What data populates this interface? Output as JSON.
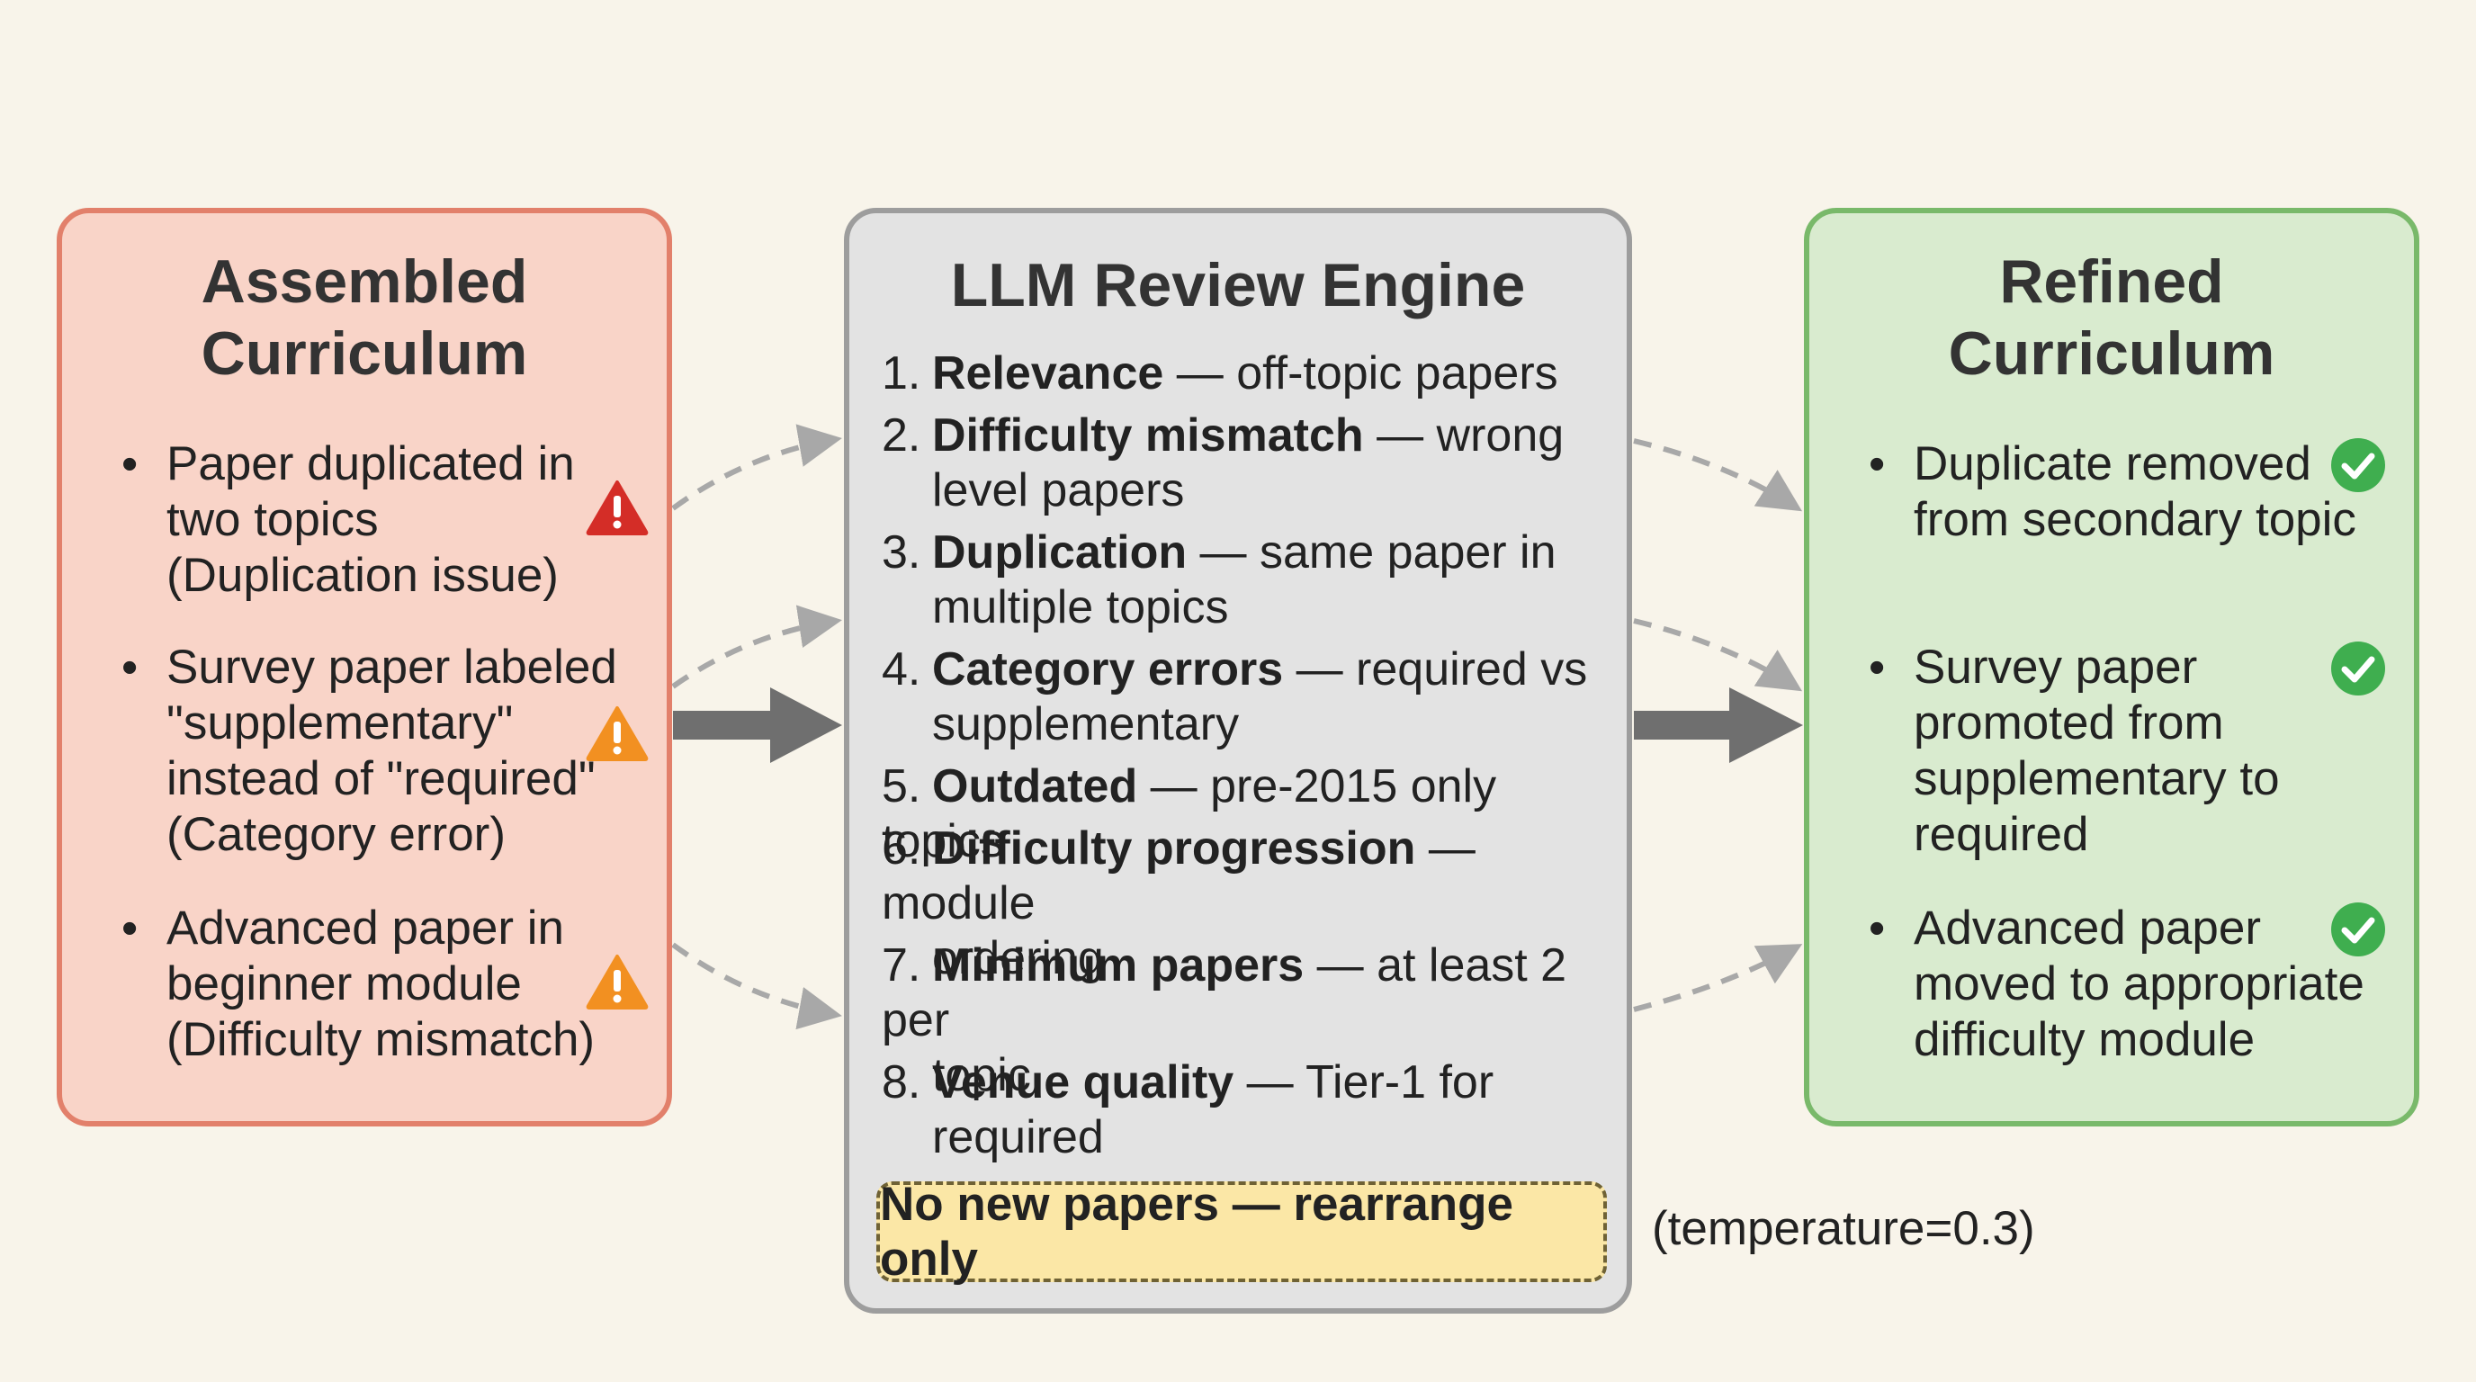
{
  "left_panel": {
    "title_line1": "Assembled",
    "title_line2": "Curriculum",
    "items": [
      {
        "lines": [
          "Paper duplicated in",
          "two topics",
          "(Duplication issue)"
        ],
        "icon": "warning-red-icon",
        "icon_color": "#d42d27"
      },
      {
        "lines": [
          "Survey paper labeled",
          "\"supplementary\"",
          "instead of \"required\"",
          "(Category error)"
        ],
        "icon": "warning-orange-icon",
        "icon_color": "#f29021"
      },
      {
        "lines": [
          "Advanced paper in",
          "beginner module",
          "(Difficulty mismatch)"
        ],
        "icon": "warning-orange-icon",
        "icon_color": "#f29021"
      }
    ]
  },
  "middle_panel": {
    "title": "LLM Review Engine",
    "items": [
      {
        "num": "1.",
        "bold": "Relevance",
        "rest": " — off-topic papers",
        "cont": ""
      },
      {
        "num": "2.",
        "bold": "Difficulty mismatch",
        "rest": " — wrong",
        "cont": "level papers"
      },
      {
        "num": "3.",
        "bold": "Duplication",
        "rest": " — same paper in",
        "cont": "multiple topics"
      },
      {
        "num": "4.",
        "bold": "Category errors",
        "rest": " — required vs",
        "cont": "supplementary"
      },
      {
        "num": "5.",
        "bold": "Outdated",
        "rest": " — pre-2015 only topics",
        "cont": ""
      },
      {
        "num": "6.",
        "bold": "Difficulty progression",
        "rest": " — module",
        "cont": "ordering"
      },
      {
        "num": "7.",
        "bold": "Minimum papers",
        "rest": " — at least 2 per",
        "cont": "topic"
      },
      {
        "num": "8.",
        "bold": "Venue quality",
        "rest": " — Tier-1 for",
        "cont": "required"
      }
    ],
    "note": "No new papers — rearrange only",
    "param": "(temperature=0.3)"
  },
  "right_panel": {
    "title_line1": "Refined",
    "title_line2": "Curriculum",
    "items": [
      {
        "lines": [
          "Duplicate removed",
          "from secondary topic"
        ],
        "icon": "check-circle-icon",
        "icon_color": "#3fae4f"
      },
      {
        "lines": [
          "Survey paper",
          "promoted from",
          "supplementary to",
          "required"
        ],
        "icon": "check-circle-icon",
        "icon_color": "#3fae4f"
      },
      {
        "lines": [
          "Advanced paper",
          "moved to appropriate",
          "difficulty module"
        ],
        "icon": "check-circle-icon",
        "icon_color": "#3fae4f"
      }
    ]
  },
  "colors": {
    "background": "#f8f4ea",
    "left_fill": "#f9d4c8",
    "left_border": "#e2806b",
    "mid_fill": "#e3e3e3",
    "mid_border": "#9d9d9d",
    "right_fill": "#d9ebcf",
    "right_border": "#79b96a",
    "arrow": "#6f6f6f",
    "dashed_arrow": "#a8a8a8",
    "note_fill": "#fbe7a6"
  }
}
